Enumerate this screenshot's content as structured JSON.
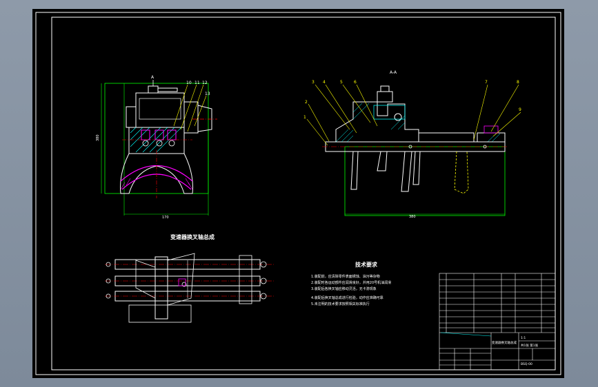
{
  "drawing": {
    "sectionLabel": "A-A",
    "viewLabel": "A",
    "title": "变速器换叉轴总成",
    "leftPartNumbers": [
      "10",
      "11",
      "12",
      "13"
    ],
    "rightPartNumbers": [
      "3",
      "4",
      "5",
      "6",
      "2",
      "1",
      "7",
      "8",
      "9"
    ],
    "dimLeftHeight": "380",
    "dimLeftWidth": "170",
    "dimRightWidth": "380"
  },
  "technicalRequirements": {
    "heading": "技术要求",
    "items": [
      "1.装配前，应清除零件表面锈蚀、油污等杂物",
      "2.装配时各运动部件应润滑良好，并用20号机油润滑",
      "3.装配后各换叉轴应移动灵活，无卡滞现象",
      "4.装配后换叉轴总成进行检验，动作应准确可靠",
      "5.未注明的技术要求按照相关标准执行"
    ]
  },
  "titleBlock": {
    "drawingName": "变速器换叉轴总成",
    "scale": "1:1",
    "sheet": "共1张 第1张",
    "drawingNumber": "BSQ-00"
  }
}
